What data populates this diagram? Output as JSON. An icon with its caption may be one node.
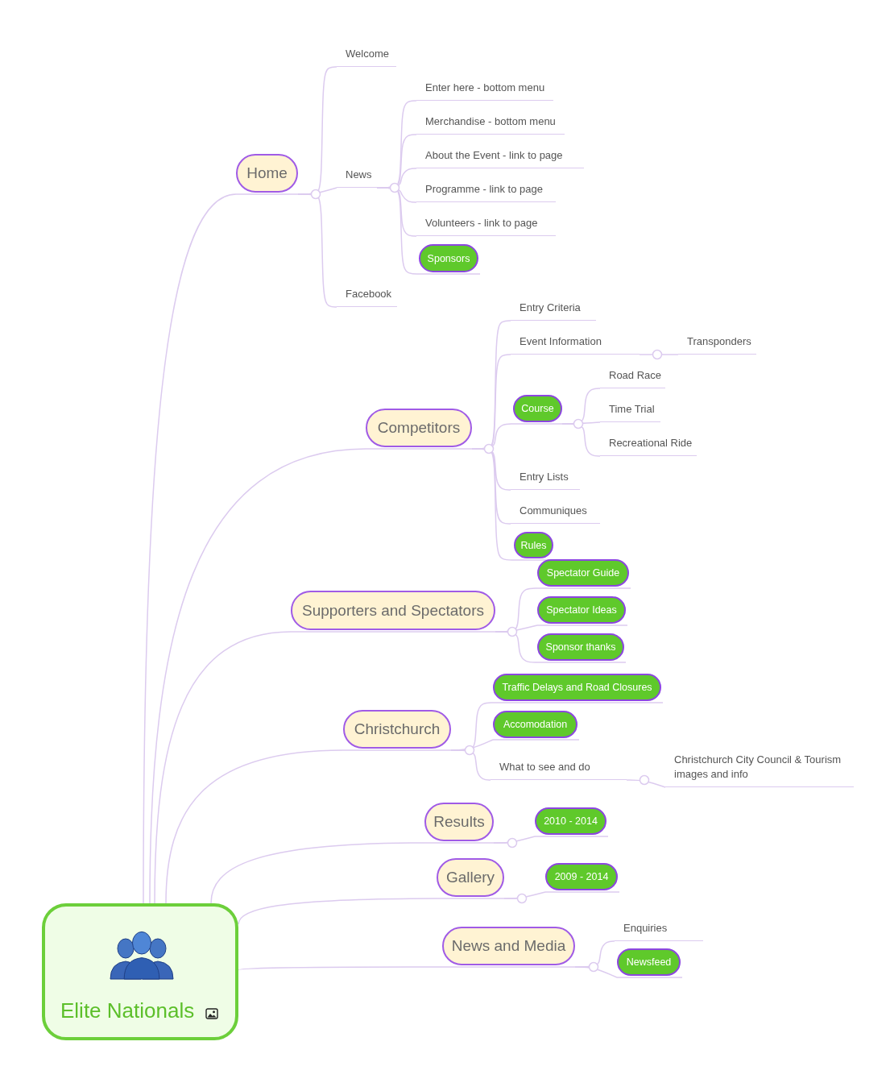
{
  "diagram": {
    "nodes": [
      {
        "text": [
          "Elite Nationals"
        ]
      },
      {
        "text": [
          "Home"
        ]
      },
      {
        "text": [
          "Welcome"
        ]
      },
      {
        "text": [
          "News"
        ]
      },
      {
        "text": [
          "Enter here - bottom menu"
        ]
      },
      {
        "text": [
          "Merchandise - bottom menu"
        ]
      },
      {
        "text": [
          "About the Event - link to page"
        ]
      },
      {
        "text": [
          "Programme - link to page"
        ]
      },
      {
        "text": [
          "Volunteers - link to page"
        ]
      },
      {
        "text": [
          "Sponsors"
        ]
      },
      {
        "text": [
          "Facebook"
        ]
      },
      {
        "text": [
          "Competitors"
        ]
      },
      {
        "text": [
          "Entry Criteria"
        ]
      },
      {
        "text": [
          "Event Information"
        ]
      },
      {
        "text": [
          "Transponders"
        ]
      },
      {
        "text": [
          "Course"
        ]
      },
      {
        "text": [
          "Road Race"
        ]
      },
      {
        "text": [
          "Time Trial"
        ]
      },
      {
        "text": [
          "Recreational Ride"
        ]
      },
      {
        "text": [
          "Entry Lists"
        ]
      },
      {
        "text": [
          "Communiques"
        ]
      },
      {
        "text": [
          "Rules"
        ]
      },
      {
        "text": [
          "Supporters and Spectators"
        ]
      },
      {
        "text": [
          "Spectator Guide"
        ]
      },
      {
        "text": [
          "Spectator Ideas"
        ]
      },
      {
        "text": [
          "Sponsor thanks"
        ]
      },
      {
        "text": [
          "Christchurch"
        ]
      },
      {
        "text": [
          "Traffic Delays and Road Closures"
        ]
      },
      {
        "text": [
          "Accomodation"
        ]
      },
      {
        "text": [
          "What to see and do"
        ]
      },
      {
        "text": [
          "Christchurch City Council & Tourism images and info"
        ]
      },
      {
        "text": [
          "Results"
        ]
      },
      {
        "text": [
          "2010 - 2014"
        ]
      },
      {
        "text": [
          "Gallery"
        ]
      },
      {
        "text": [
          "2009 - 2014"
        ]
      },
      {
        "text": [
          "News and Media"
        ]
      },
      {
        "text": [
          "Enquiries"
        ]
      },
      {
        "text": [
          "Newsfeed"
        ]
      }
    ],
    "edges": [
      {
        "from": 0,
        "to": 1,
        "arrow": "none"
      },
      {
        "from": 1,
        "to": 2,
        "arrow": "none"
      },
      {
        "from": 1,
        "to": 3,
        "arrow": "none"
      },
      {
        "from": 3,
        "to": 4,
        "arrow": "none"
      },
      {
        "from": 3,
        "to": 5,
        "arrow": "none"
      },
      {
        "from": 3,
        "to": 6,
        "arrow": "none"
      },
      {
        "from": 3,
        "to": 7,
        "arrow": "none"
      },
      {
        "from": 3,
        "to": 8,
        "arrow": "none"
      },
      {
        "from": 3,
        "to": 9,
        "arrow": "none"
      },
      {
        "from": 1,
        "to": 10,
        "arrow": "none"
      },
      {
        "from": 0,
        "to": 11,
        "arrow": "none"
      },
      {
        "from": 11,
        "to": 12,
        "arrow": "none"
      },
      {
        "from": 11,
        "to": 13,
        "arrow": "none"
      },
      {
        "from": 13,
        "to": 14,
        "arrow": "none"
      },
      {
        "from": 11,
        "to": 15,
        "arrow": "none"
      },
      {
        "from": 15,
        "to": 16,
        "arrow": "none"
      },
      {
        "from": 15,
        "to": 17,
        "arrow": "none"
      },
      {
        "from": 15,
        "to": 18,
        "arrow": "none"
      },
      {
        "from": 11,
        "to": 19,
        "arrow": "none"
      },
      {
        "from": 11,
        "to": 20,
        "arrow": "none"
      },
      {
        "from": 11,
        "to": 21,
        "arrow": "none"
      },
      {
        "from": 0,
        "to": 22,
        "arrow": "none"
      },
      {
        "from": 22,
        "to": 23,
        "arrow": "none"
      },
      {
        "from": 22,
        "to": 24,
        "arrow": "none"
      },
      {
        "from": 22,
        "to": 25,
        "arrow": "none"
      },
      {
        "from": 0,
        "to": 26,
        "arrow": "none"
      },
      {
        "from": 26,
        "to": 27,
        "arrow": "none"
      },
      {
        "from": 26,
        "to": 28,
        "arrow": "none"
      },
      {
        "from": 26,
        "to": 29,
        "arrow": "none"
      },
      {
        "from": 29,
        "to": 30,
        "arrow": "none"
      },
      {
        "from": 0,
        "to": 31,
        "arrow": "none"
      },
      {
        "from": 31,
        "to": 32,
        "arrow": "none"
      },
      {
        "from": 0,
        "to": 33,
        "arrow": "none"
      },
      {
        "from": 33,
        "to": 34,
        "arrow": "none"
      },
      {
        "from": 0,
        "to": 35,
        "arrow": "none"
      },
      {
        "from": 35,
        "to": 36,
        "arrow": "none"
      },
      {
        "from": 35,
        "to": 37,
        "arrow": "none"
      }
    ]
  }
}
